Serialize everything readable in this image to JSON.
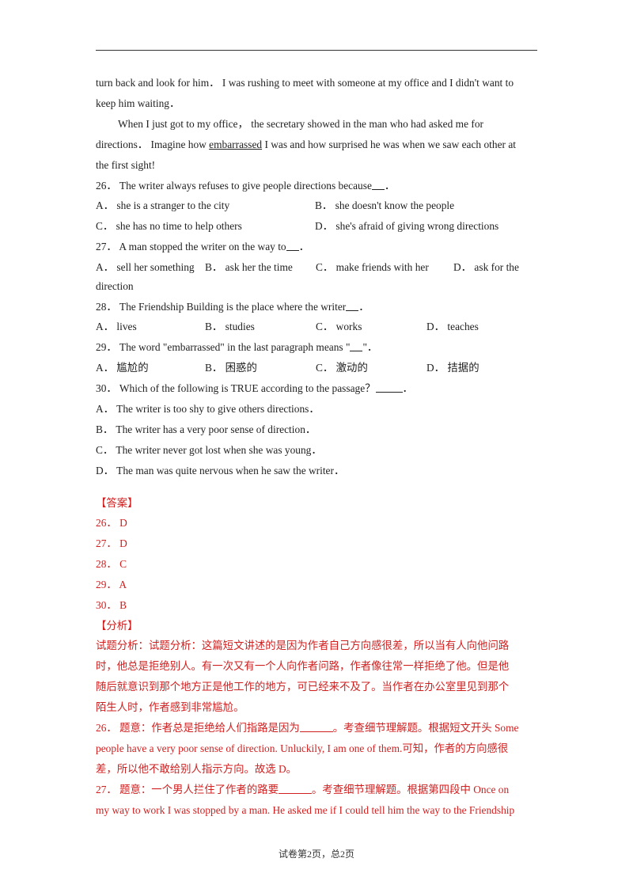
{
  "passage": {
    "line1": "turn back and look for him． I was rushing to meet with someone at my office and I didn't want to",
    "line2": "keep him waiting．",
    "line3": "When I just got to my office， the secretary showed in the man who had asked me for",
    "line4a": "directions． Imagine how ",
    "line4b": "embarrassed",
    "line4c": " I was and how surprised he was when we saw each other at",
    "line5": "the first sight!"
  },
  "questions": {
    "q26": {
      "stem_a": "26． The writer always refuses to give people directions because",
      "stem_b": "．",
      "A": "A． she is a stranger to the city",
      "B": "B． she doesn't know the people",
      "C": "C． she has no time to help others",
      "D": "D． she's afraid of giving wrong directions"
    },
    "q27": {
      "stem_a": "27． A man stopped the writer on the way to",
      "stem_b": "．",
      "A": "A． sell her something",
      "B": "B． ask her the time",
      "C": "C． make friends with her",
      "D": "D． ask for the",
      "D2": "direction"
    },
    "q28": {
      "stem_a": "28． The Friendship Building is the place where the writer",
      "stem_b": "．",
      "A": "A． lives",
      "B": "B． studies",
      "C": "C． works",
      "D": "D． teaches"
    },
    "q29": {
      "stem_a": "29． The word \"embarrassed\" in the last paragraph means \"",
      "stem_b": "\"．",
      "A": "A． 尴尬的",
      "B": "B． 困惑的",
      "C": "C． 激动的",
      "D": "D． 拮据的"
    },
    "q30": {
      "stem_a": "30． Which of the following is TRUE according to the passage？",
      "stem_b": "．",
      "A": "A． The writer is too shy to give others directions．",
      "B": "B． The writer has a very poor sense of direction．",
      "C": "C． The writer never got lost when she was young．",
      "D": "D． The man was quite nervous when he saw the writer．"
    }
  },
  "answer": {
    "heading": "【答案】",
    "a26": "26． D",
    "a27": "27． D",
    "a28": "28． C",
    "a29": "29． A",
    "a30": "30． B"
  },
  "analysis": {
    "heading": "【分析】",
    "l1": "试题分析：试题分析：这篇短文讲述的是因为作者自己方向感很差，所以当有人向他问路",
    "l2": "时，他总是拒绝别人。有一次又有一个人向作者问路，作者像往常一样拒绝了他。但是他",
    "l3": "随后就意识到那个地方正是他工作的地方，可已经来不及了。当作者在办公室里见到那个",
    "l4": "陌生人时，作者感到非常尴尬。",
    "l5a": "26． 题意：作者总是拒绝给人们指路是因为",
    "l5b": "。考查细节理解题。根据短文开头 Some",
    "l6": "people have a very poor sense of direction. Unluckily, I am one of them.可知，作者的方向感很",
    "l7": "差，所以他不敢给别人指示方向。故选 D。",
    "l8a": "27． 题意：一个男人拦住了作者的路要",
    "l8b": "。考查细节理解题。根据第四段中 Once on",
    "l9": "my way to work I was stopped by a man. He asked me if I could tell him the way to the Friendship"
  },
  "footer": "试卷第2页，总2页"
}
